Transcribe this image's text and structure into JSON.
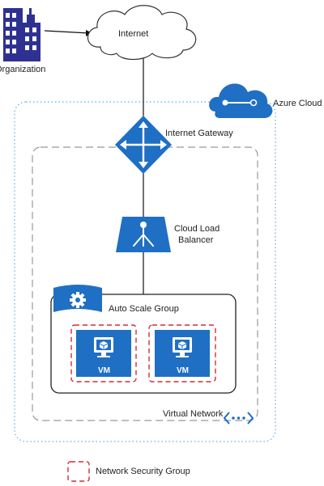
{
  "nodes": {
    "organization": "Organization",
    "internet": "Internet",
    "azure_cloud": "Azure Cloud",
    "internet_gateway": "Internet Gateway",
    "load_balancer_line1": "Cloud Load",
    "load_balancer_line2": "Balancer",
    "auto_scale_group": "Auto Scale Group",
    "vm1": "VM",
    "vm2": "VM",
    "virtual_network": "Virtual Network"
  },
  "legend": {
    "network_security_group": "Network Security Group"
  },
  "colors": {
    "azure_blue": "#1f6fc4",
    "building_blue": "#2e3192",
    "nsg_red": "#d42a3a",
    "cloud_border": "#5aaee8",
    "vnet_border": "#999999"
  },
  "icons": [
    "building-icon",
    "cloud-icon",
    "azure-cloud-icon",
    "gateway-icon",
    "load-balancer-icon",
    "gear-icon",
    "monitor-icon",
    "vnet-icon"
  ]
}
